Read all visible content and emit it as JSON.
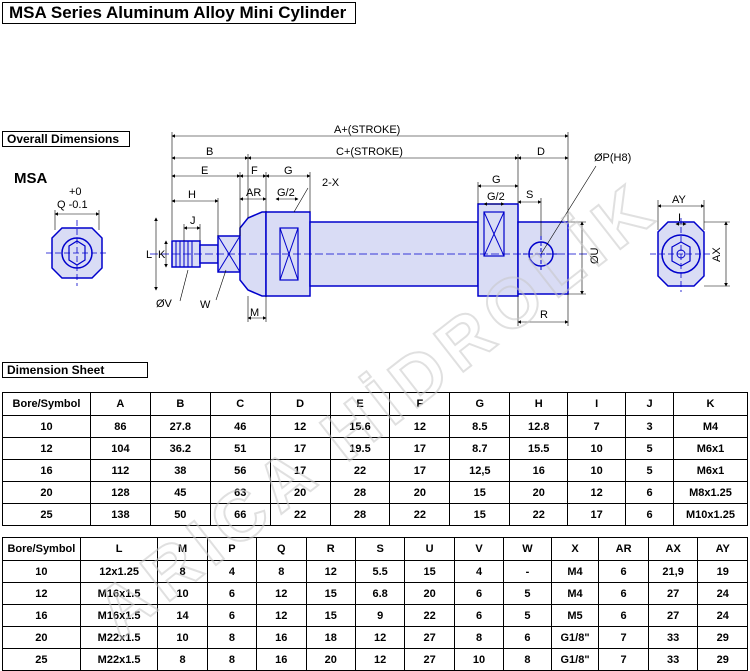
{
  "title": "MSA Series Aluminum Alloy Mini Cylinder",
  "sections": {
    "overall": "Overall Dimensions",
    "sheet": "Dimension Sheet"
  },
  "model": "MSA",
  "drawing_labels": {
    "a_stroke": "A+(STROKE)",
    "c_stroke": "C+(STROKE)",
    "b": "B",
    "e": "E",
    "f": "F",
    "g": "G",
    "d": "D",
    "h": "H",
    "ar": "AR",
    "g2": "G/2",
    "twox": "2-X",
    "j": "J",
    "k": "K",
    "l": "L",
    "v": "ØV",
    "w": "W",
    "m": "M",
    "p": "ØP(H8)",
    "s": "S",
    "u": "ØU",
    "r": "R",
    "g_right": "G",
    "g2_right": "G/2",
    "ay": "AY",
    "ax": "AX",
    "i": "I",
    "q_tol_top": "+0",
    "q_tol_bottom": "Q -0.1"
  },
  "watermark": "ARICA HİDROLİK",
  "table1": {
    "headers": [
      "Bore/Symbol",
      "A",
      "B",
      "C",
      "D",
      "E",
      "F",
      "G",
      "H",
      "I",
      "J",
      "K"
    ],
    "rows": [
      [
        "10",
        "86",
        "27.8",
        "46",
        "12",
        "15.6",
        "12",
        "8.5",
        "12.8",
        "7",
        "3",
        "M4"
      ],
      [
        "12",
        "104",
        "36.2",
        "51",
        "17",
        "19.5",
        "17",
        "8.7",
        "15.5",
        "10",
        "5",
        "M6x1"
      ],
      [
        "16",
        "112",
        "38",
        "56",
        "17",
        "22",
        "17",
        "12,5",
        "16",
        "10",
        "5",
        "M6x1"
      ],
      [
        "20",
        "128",
        "45",
        "63",
        "20",
        "28",
        "20",
        "15",
        "20",
        "12",
        "6",
        "M8x1.25"
      ],
      [
        "25",
        "138",
        "50",
        "66",
        "22",
        "28",
        "22",
        "15",
        "22",
        "17",
        "6",
        "M10x1.25"
      ]
    ]
  },
  "table2": {
    "headers": [
      "Bore/Symbol",
      "L",
      "M",
      "P",
      "Q",
      "R",
      "S",
      "U",
      "V",
      "W",
      "X",
      "AR",
      "AX",
      "AY"
    ],
    "rows": [
      [
        "10",
        "12x1.25",
        "8",
        "4",
        "8",
        "12",
        "5.5",
        "15",
        "4",
        "-",
        "M4",
        "6",
        "21,9",
        "19"
      ],
      [
        "12",
        "M16x1.5",
        "10",
        "6",
        "12",
        "15",
        "6.8",
        "20",
        "6",
        "5",
        "M4",
        "6",
        "27",
        "24"
      ],
      [
        "16",
        "M16x1.5",
        "14",
        "6",
        "12",
        "15",
        "9",
        "22",
        "6",
        "5",
        "M5",
        "6",
        "27",
        "24"
      ],
      [
        "20",
        "M22x1.5",
        "10",
        "8",
        "16",
        "18",
        "12",
        "27",
        "8",
        "6",
        "G1/8\"",
        "7",
        "33",
        "29"
      ],
      [
        "25",
        "M22x1.5",
        "8",
        "8",
        "16",
        "20",
        "12",
        "27",
        "10",
        "8",
        "G1/8\"",
        "7",
        "33",
        "29"
      ]
    ]
  },
  "colors": {
    "outline": "#0000cc",
    "fill": "#d9dcf5",
    "watermark": "#e4e4e4"
  }
}
